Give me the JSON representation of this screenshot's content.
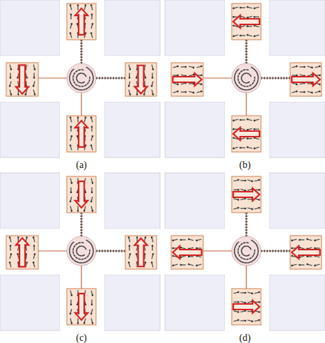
{
  "diagram": {
    "labels": [
      "(a)",
      "(b)",
      "(c)",
      "(d)"
    ]
  }
}
